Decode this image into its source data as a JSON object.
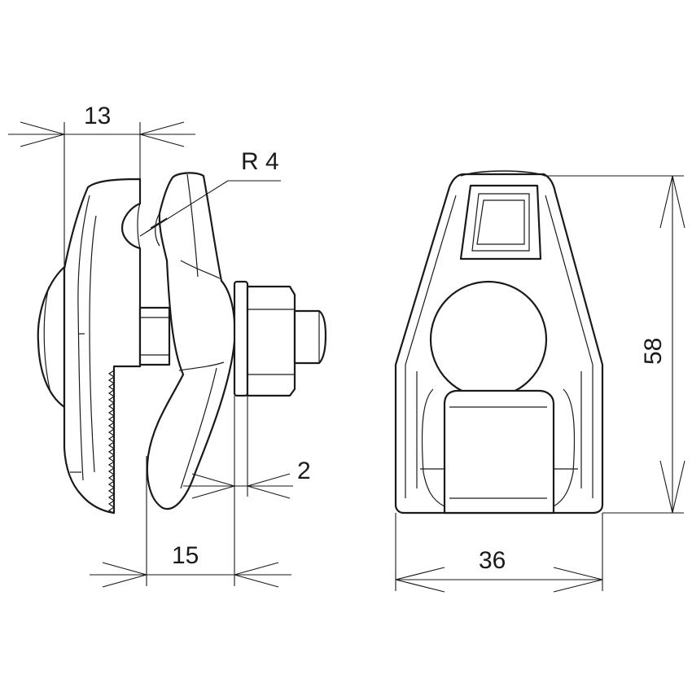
{
  "dimensions": {
    "top_width": "13",
    "radius": "R 4",
    "bolt_gap": "2",
    "bottom_width": "15",
    "front_width": "36",
    "front_height": "58"
  },
  "colors": {
    "line": "#1a1a1a",
    "background": "#ffffff"
  }
}
